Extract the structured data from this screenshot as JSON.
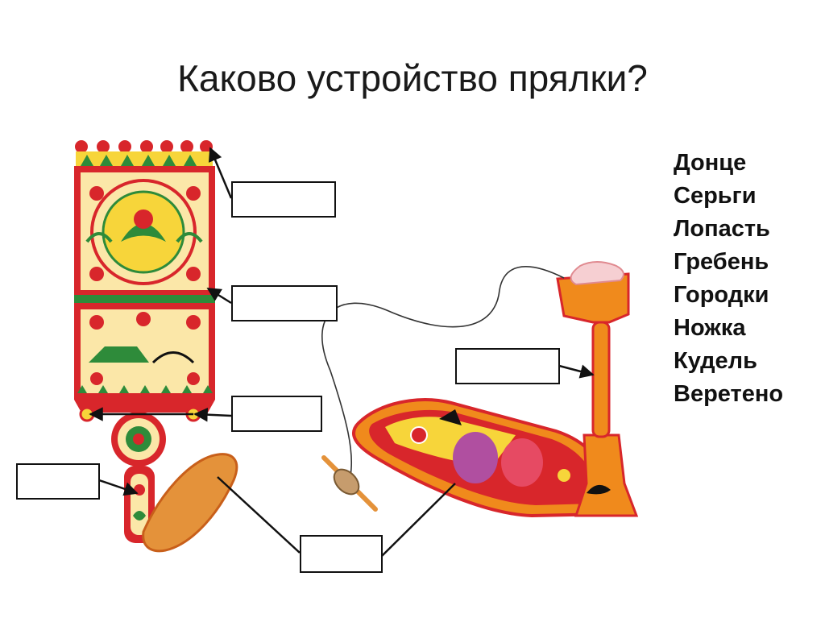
{
  "title": "Каково устройство прялки?",
  "terms": [
    "Донце",
    "Серьги",
    "Лопасть",
    "Гребень",
    "Городки",
    "Ножка",
    "Кудель",
    "Веретено"
  ],
  "colors": {
    "red": "#d8262b",
    "orange": "#f08a1c",
    "yellow": "#f7d53a",
    "green": "#2e8b3a",
    "cream": "#fbe7a8",
    "wood": "#e4923a",
    "line": "#111111"
  },
  "answer_boxes": [
    {
      "id": "box-top",
      "label": ""
    },
    {
      "id": "box-mid",
      "label": ""
    },
    {
      "id": "box-earrings",
      "label": ""
    },
    {
      "id": "box-neck",
      "label": ""
    },
    {
      "id": "box-comb",
      "label": ""
    },
    {
      "id": "box-bottom",
      "label": ""
    }
  ],
  "icons": {
    "distaff": "distaff-icon",
    "spinning_board": "spinning-board-icon",
    "comb": "comb-icon",
    "spindle": "spindle-icon"
  }
}
